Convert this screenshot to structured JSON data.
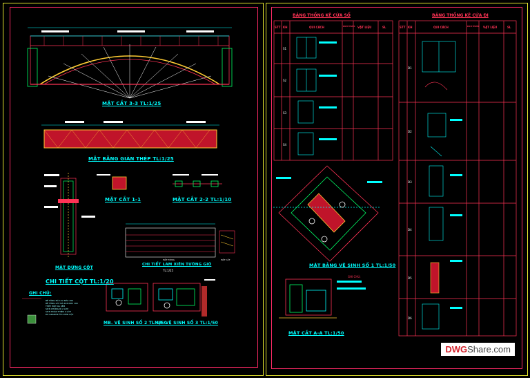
{
  "left": {
    "section_33": "MẶT CẮT 3-3 TL:1/25",
    "truss_plan": "MẶT BẰNG GIÀN THÉP TL:1/25",
    "section_11": "MẶT CẮT 1-1",
    "section_22": "MẶT CẮT 2-2 TL:1/10",
    "column_elev": "MẶT ĐỨNG CỘT",
    "louver": "CHI TIẾT LAM XIÊN TƯỜNG GIÓ",
    "louver_scale": "TL:1/25",
    "louver_sub1": "MẶT ĐỨNG",
    "louver_sub2": "MẶT CẮT",
    "column_detail": "CHI TIẾT CỘT TL:1/20",
    "notes_title": "GHI CHÚ:",
    "notes": [
      "BÊ TÔNG ĐÁ 1X2 MÁC 200",
      "BÊ TÔNG LÓT ĐÁ 4X6 MÁC 100",
      "THÉP HỘP MẠ KẼM",
      "SƠN CHỐNG RỈ 2 LỚP",
      "SƠN HOÀN THIỆN 2 LỚP",
      "ĐÁ GRANITE ỐP CHÂN CỘT"
    ],
    "wc2": "MB. VỆ SINH SỐ 2 TL:1/50",
    "wc3": "MB. VỆ SINH SỐ 3 TL:1/50"
  },
  "middle": {
    "window_table_title": "BẢNG THỐNG KÊ CỬA SỔ",
    "headers": [
      "STT",
      "KH",
      "QUI CÁCH",
      "KÍCH THƯỚC",
      "VẬT LIỆU",
      "SL"
    ],
    "rows": [
      "S1",
      "S2",
      "S3",
      "S4"
    ],
    "wc1": "MẶT BẰNG VỆ SINH SỐ 1 TL:1/50",
    "section_aa": "MẶT CẮT A-A TL:1/50",
    "wc_note_title": "GHI CHÚ:"
  },
  "right": {
    "door_table_title": "BẢNG THỐNG KÊ CỬA ĐI",
    "headers": [
      "STT",
      "KH",
      "QUI CÁCH",
      "KÍCH THƯỚC",
      "VẬT LIỆU",
      "SL"
    ],
    "rows": [
      "D1",
      "D2",
      "D3",
      "D4",
      "D5",
      "D6"
    ]
  },
  "watermark": {
    "brand_a": "DWG",
    "brand_b": "Share.com"
  },
  "colors": {
    "frame": "#e6e62e",
    "inner": "#ff1a3d",
    "title": "#00ffff",
    "line": "#ffffff"
  }
}
